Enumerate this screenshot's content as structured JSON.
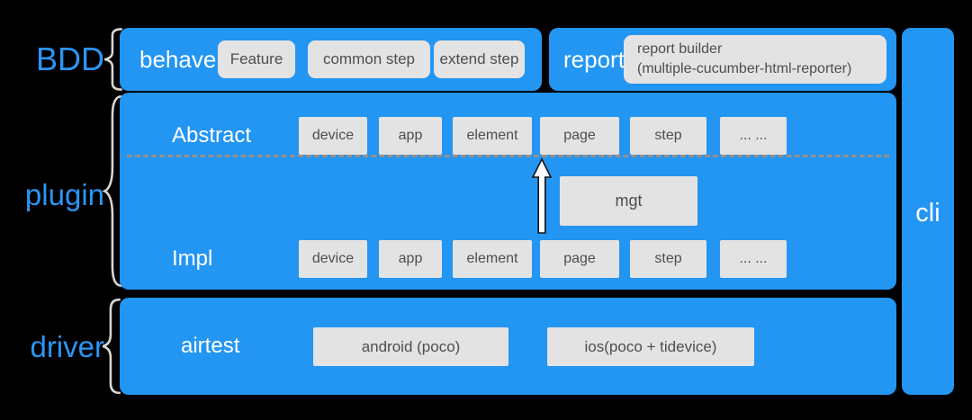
{
  "colors": {
    "background": "#000000",
    "blue": "#2395f3",
    "label_text": "#2b96f5",
    "chip_bg": "#e3e3e3",
    "chip_text": "#4e4e4e",
    "brace": "#d9d6d2"
  },
  "side_labels": {
    "bdd": "BDD",
    "plugin": "plugin",
    "driver": "driver"
  },
  "cli_bar": {
    "label": "cli"
  },
  "bdd_row": {
    "behave": {
      "title": "behave",
      "chips": [
        "Feature",
        "common step",
        "extend step"
      ]
    },
    "report": {
      "title": "report",
      "chip_line1": "report builder",
      "chip_line2": "(multiple-cucumber-html-reporter)"
    }
  },
  "plugin_box": {
    "abstract_label": "Abstract",
    "impl_label": "Impl",
    "abstract_chips": [
      "device",
      "app",
      "element",
      "page",
      "step",
      "... ..."
    ],
    "impl_chips": [
      "device",
      "app",
      "element",
      "page",
      "step",
      "... ..."
    ],
    "mgt_label": "mgt"
  },
  "driver_box": {
    "title": "airtest",
    "chips": [
      "android (poco)",
      "ios(poco + tidevice)"
    ]
  }
}
